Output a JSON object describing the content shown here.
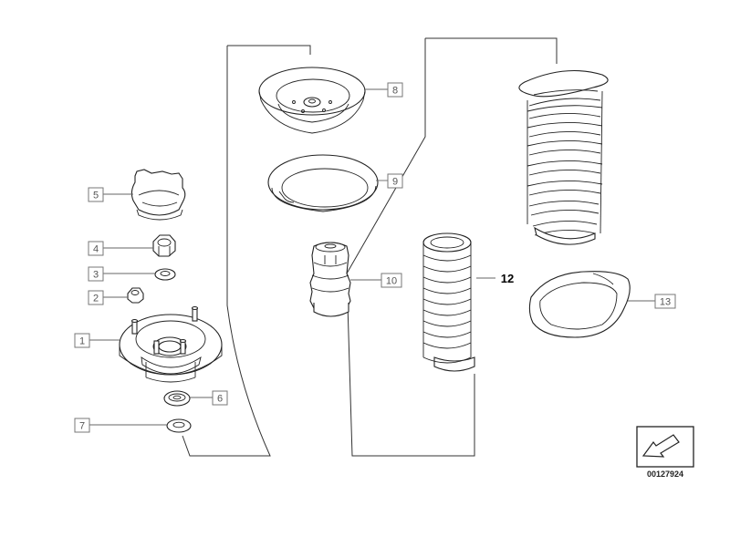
{
  "callouts": {
    "c1": "1",
    "c2": "2",
    "c3": "3",
    "c4": "4",
    "c5": "5",
    "c6": "6",
    "c7": "7",
    "c8": "8",
    "c9": "9",
    "c10": "10",
    "c12": "12",
    "c13": "13"
  },
  "document_number": "00127924",
  "colors": {
    "line": "#222222",
    "label_box": "#777777",
    "background": "#ffffff"
  }
}
